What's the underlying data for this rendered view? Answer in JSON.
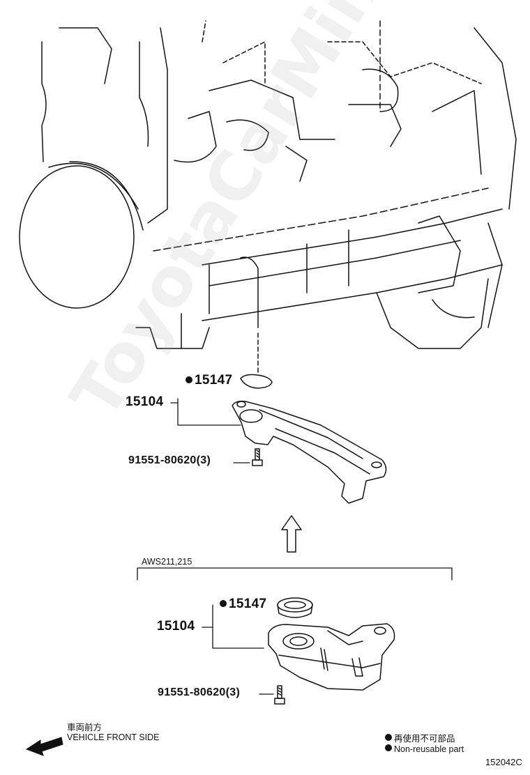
{
  "watermark": "ToyotaCarMine.ru",
  "upper_assembly": {
    "gasket_part": "15147",
    "bracket_part": "15104",
    "bolt_part": "91551-80620(3)"
  },
  "lower_assembly": {
    "variant_label": "AWS211,215",
    "gasket_part": "15147",
    "bracket_part": "15104",
    "bolt_part": "91551-80620(3)"
  },
  "direction": {
    "label_jp": "車両前方",
    "label_en": "VEHICLE FRONT SIDE"
  },
  "legend": {
    "jp": "再使用不可部品",
    "en": "Non-reusable part"
  },
  "diagram_number": "152042C"
}
